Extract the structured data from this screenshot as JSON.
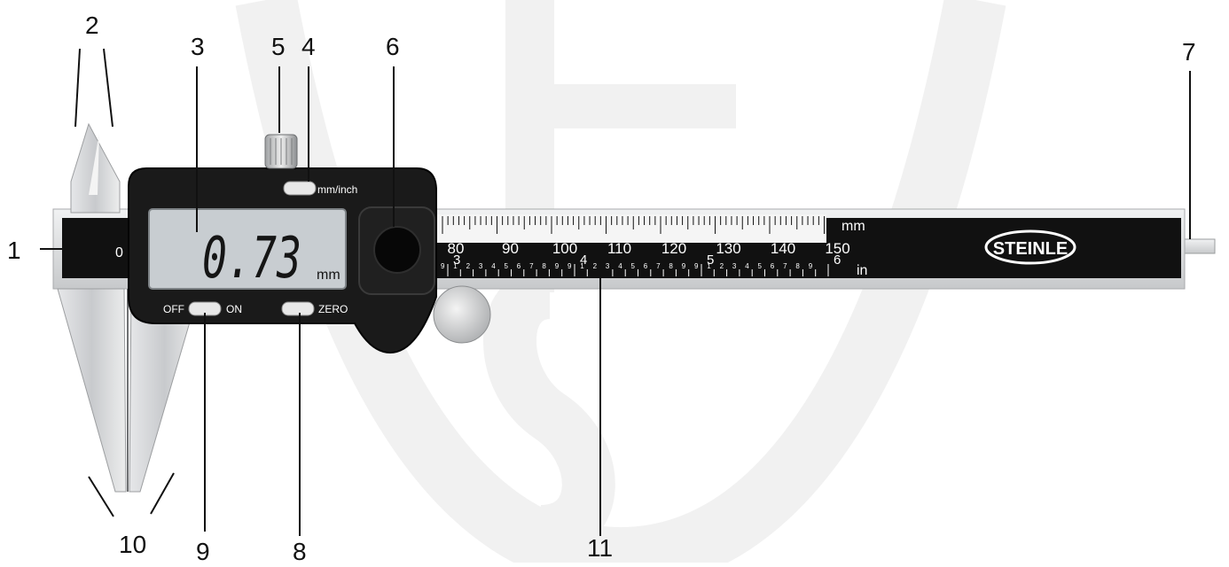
{
  "callouts": {
    "n1": "1",
    "n2": "2",
    "n3": "3",
    "n4": "4",
    "n5": "5",
    "n6": "6",
    "n7": "7",
    "n8": "8",
    "n9": "9",
    "n10": "10",
    "n11": "11"
  },
  "display": {
    "reading": "0.73",
    "unit": "mm"
  },
  "buttons": {
    "mode_label": "mm/inch",
    "off_label": "OFF",
    "on_label": "ON",
    "zero_label": "ZERO"
  },
  "scale": {
    "mm_unit": "mm",
    "in_unit": "in",
    "zero_mark": "0",
    "mm_labels": [
      "80",
      "90",
      "100",
      "110",
      "120",
      "130",
      "140",
      "150"
    ],
    "in_labels": [
      "3",
      "4",
      "5",
      "6"
    ],
    "in_sub_labels": [
      "9",
      "1",
      "2",
      "3",
      "4",
      "5",
      "6",
      "7",
      "8",
      "9"
    ]
  },
  "brand": "STEINLE",
  "colors": {
    "body": "#101010",
    "lcd": "#c9ced2",
    "steel": "#d8dadc",
    "watermark": "#f0f0f0"
  }
}
